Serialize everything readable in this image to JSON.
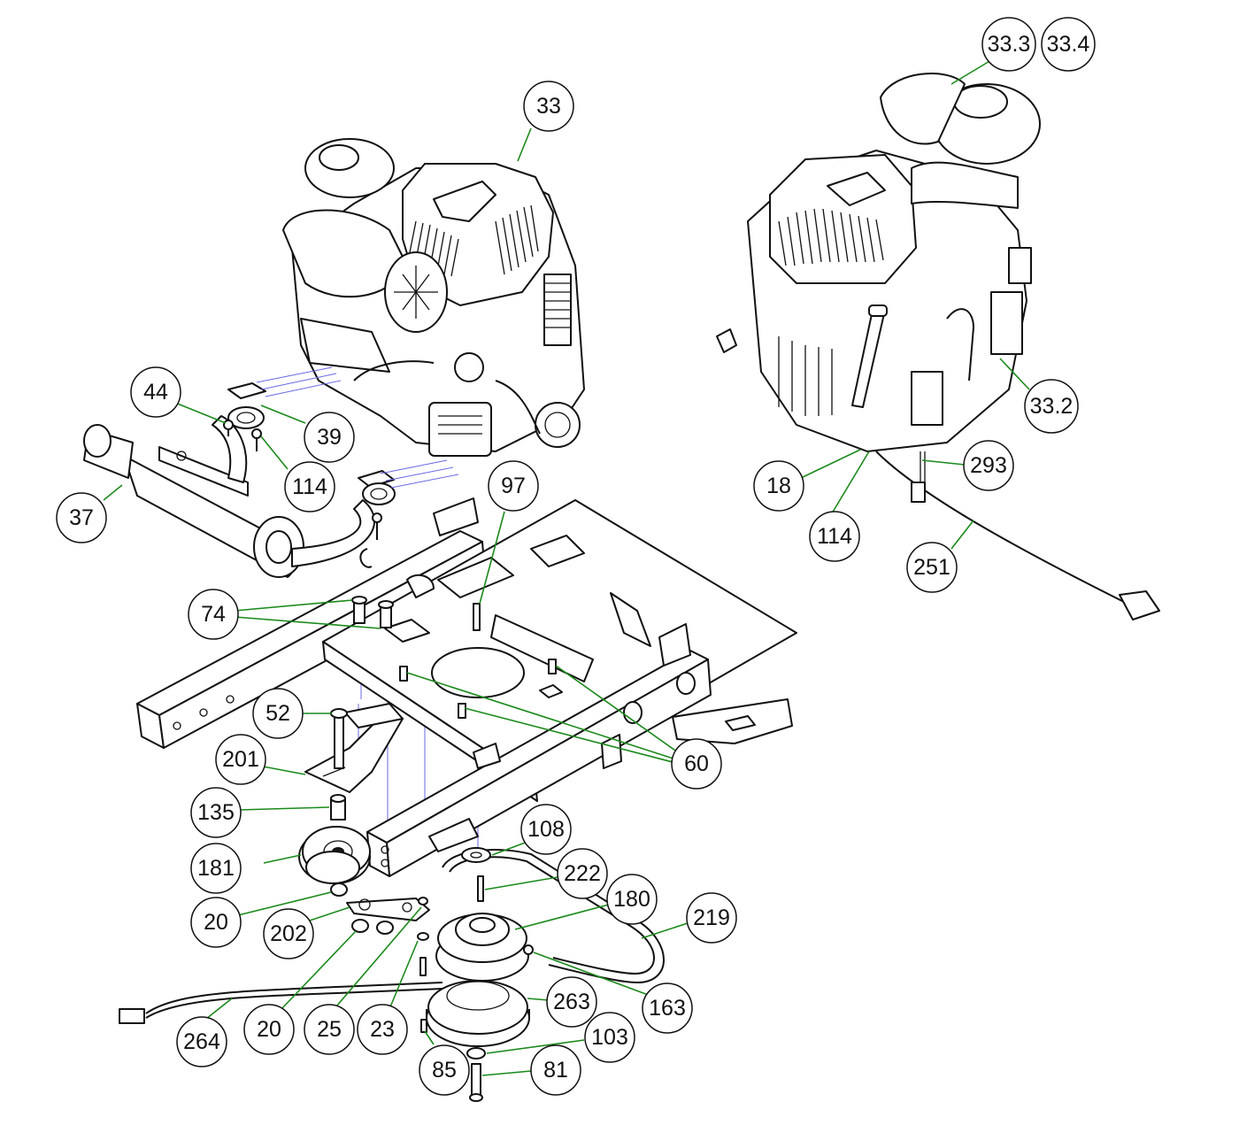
{
  "callouts": [
    {
      "id": "c-33-3",
      "label": "33.3"
    },
    {
      "id": "c-33-4",
      "label": "33.4"
    },
    {
      "id": "c-33",
      "label": "33"
    },
    {
      "id": "c-44",
      "label": "44"
    },
    {
      "id": "c-39",
      "label": "39"
    },
    {
      "id": "c-114a",
      "label": "114"
    },
    {
      "id": "c-37",
      "label": "37"
    },
    {
      "id": "c-97",
      "label": "97"
    },
    {
      "id": "c-33-2",
      "label": "33.2"
    },
    {
      "id": "c-18",
      "label": "18"
    },
    {
      "id": "c-293",
      "label": "293"
    },
    {
      "id": "c-114b",
      "label": "114"
    },
    {
      "id": "c-251",
      "label": "251"
    },
    {
      "id": "c-74",
      "label": "74"
    },
    {
      "id": "c-52",
      "label": "52"
    },
    {
      "id": "c-201",
      "label": "201"
    },
    {
      "id": "c-60",
      "label": "60"
    },
    {
      "id": "c-135",
      "label": "135"
    },
    {
      "id": "c-108",
      "label": "108"
    },
    {
      "id": "c-181",
      "label": "181"
    },
    {
      "id": "c-222",
      "label": "222"
    },
    {
      "id": "c-180",
      "label": "180"
    },
    {
      "id": "c-219",
      "label": "219"
    },
    {
      "id": "c-20a",
      "label": "20"
    },
    {
      "id": "c-202",
      "label": "202"
    },
    {
      "id": "c-163",
      "label": "163"
    },
    {
      "id": "c-263",
      "label": "263"
    },
    {
      "id": "c-264",
      "label": "264"
    },
    {
      "id": "c-20b",
      "label": "20"
    },
    {
      "id": "c-25",
      "label": "25"
    },
    {
      "id": "c-23",
      "label": "23"
    },
    {
      "id": "c-103",
      "label": "103"
    },
    {
      "id": "c-85",
      "label": "85"
    },
    {
      "id": "c-81",
      "label": "81"
    }
  ],
  "colors": {
    "leader": "#1a8a1a",
    "outline": "#111111",
    "alignment": "#6a6ae6"
  }
}
